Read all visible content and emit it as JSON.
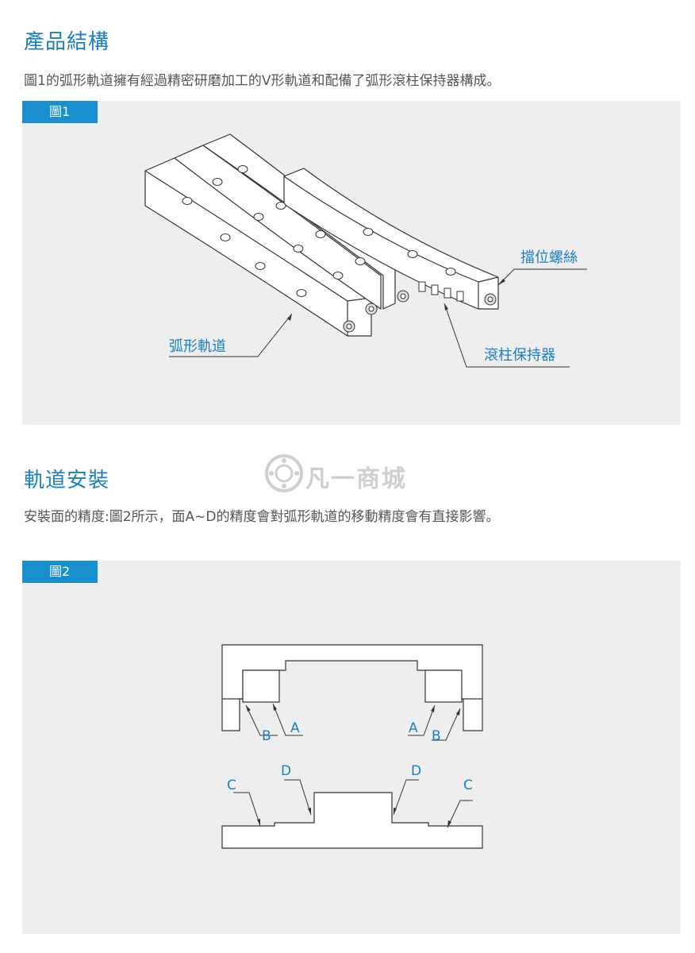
{
  "section1": {
    "title": "產品結構",
    "description": "圖1的弧形軌道擁有經過精密研磨加工的V形軌道和配備了弧形滾柱保持器構成。"
  },
  "figure1": {
    "tag": "圖1",
    "labels": {
      "stop_screw": "擋位螺絲",
      "arc_rail": "弧形軌道",
      "roller_cage": "滾柱保持器"
    }
  },
  "section2": {
    "title": "軌道安裝",
    "description": "安裝面的精度:圖2所示，面A~D的精度會對弧形軌道的移動精度會有直接影響。"
  },
  "figure2": {
    "tag": "圖2",
    "letters": {
      "A": "A",
      "B": "B",
      "C": "C",
      "D": "D"
    }
  },
  "watermark": {
    "text": "凡一商城"
  },
  "colors": {
    "accent": "#1a7fc1",
    "tag_bg": "#1a8fd0",
    "panel_bg": "#eeeeee",
    "line": "#333333"
  }
}
